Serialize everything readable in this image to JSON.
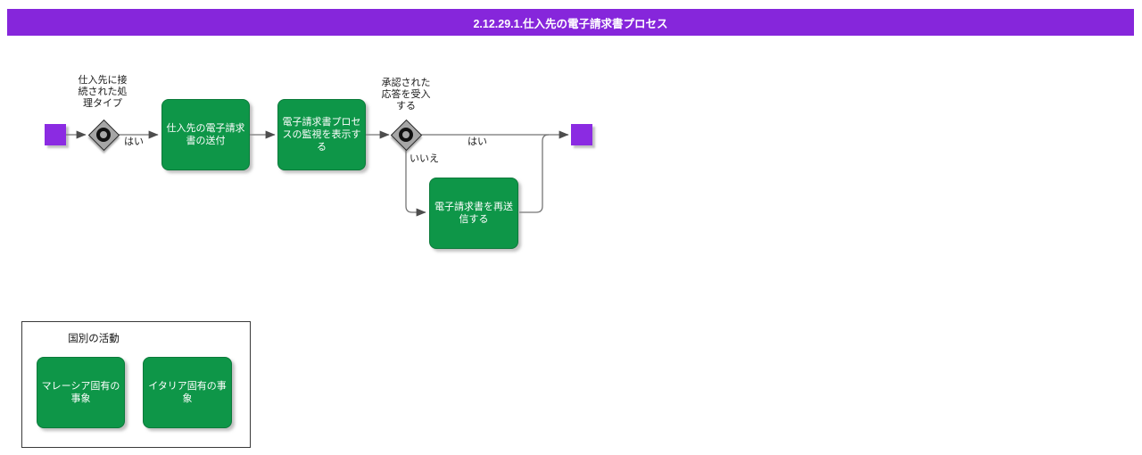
{
  "title": "2.12.29.1.仕入先の電子請求書プロセス",
  "colors": {
    "title_bar_purple": "#8626DB",
    "event_purple": "#8B2BE2",
    "task_green": "#0E9648",
    "gateway_gray": "#A6A6A6",
    "connector_gray": "#757575",
    "arrowhead_dark": "#4D4D4D"
  },
  "nodes": {
    "gateway1": {
      "label": "仕入先に接続された処理タイプ"
    },
    "task_send": {
      "label": "仕入先の電子請求書の送付"
    },
    "task_monitor": {
      "label": "電子請求書プロセスの監視を表示する"
    },
    "gateway2": {
      "label": "承認された応答を受入する"
    },
    "task_resend": {
      "label": "電子請求書を再送信する"
    }
  },
  "edges": {
    "yes1": "はい",
    "yes2": "はい",
    "no": "いいえ"
  },
  "group": {
    "label": "国別の活動",
    "items": [
      {
        "label": "マレーシア固有の事象"
      },
      {
        "label": "イタリア固有の事象"
      }
    ]
  }
}
